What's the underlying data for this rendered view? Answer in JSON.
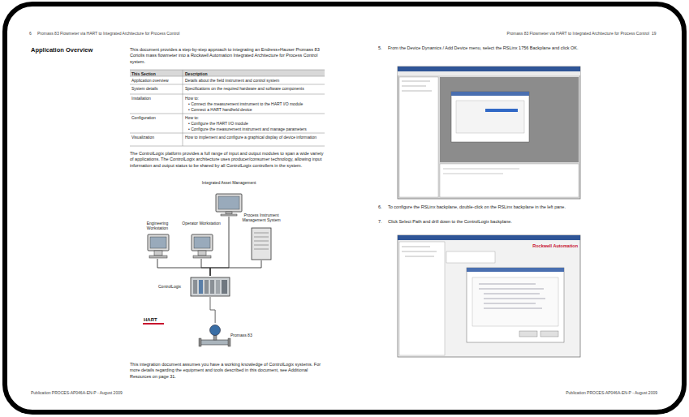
{
  "diagram": {
    "nodes": [
      {
        "text": [
          "Integrated Asset Management"
        ]
      },
      {
        "text": [
          "Engineering Workstation"
        ]
      },
      {
        "text": [
          "Operator Workstation"
        ]
      },
      {
        "text": [
          "Process Instrument Management System"
        ]
      },
      {
        "text": [
          "ControlLogix"
        ]
      },
      {
        "text": [
          "Promass 83"
        ]
      }
    ],
    "edges": [
      {
        "from": 0,
        "to": 4,
        "arrow": "none"
      },
      {
        "from": 1,
        "to": 4,
        "arrow": "none"
      },
      {
        "from": 2,
        "to": 4,
        "arrow": "none"
      },
      {
        "from": 3,
        "to": 4,
        "arrow": "none"
      },
      {
        "from": 4,
        "to": 5,
        "arrow": "none"
      }
    ],
    "labels": [
      "6",
      "Promass 83 Flowmeter via HART to Integrated Architecture for Process Control",
      "Application Overview",
      "This document provides a step-by-step approach to integrating an Endress+Hauser Promass 83 Coriolis mass flowmeter into a Rockwell Automation Integrated Architecture for Process Control system.",
      "This Section",
      "Description",
      "Application overview",
      "Details about the field instrument and control system",
      "System details",
      "Specifications on the required hardware and software components",
      "Installation",
      "How to:",
      "• Connect the measurement instrument to the HART I/O module",
      "• Connect a HART handheld device",
      "Configuration",
      "How to:",
      "• Configure the HART I/O module",
      "• Configure the measurement instrument and manage parameters",
      "Visualization",
      "How to implement and configure a graphical display of device information",
      "The ControlLogix platform provides a full range of input and output modules to span a wide variety of applications. The ControlLogix architecture uses producer/consumer technology, allowing input information and output status to be shared by all ControlLogix controllers in the system.",
      "HART",
      "This integration document assumes you have a working knowledge of ControlLogix systems. For more details regarding the equipment and tools described in this document, see Additional Resources on page 31.",
      "Publication PROCES-AP046A-EN-P - August 2009",
      "Promass 83 Flowmeter via HART to Integrated Architecture for Process Control",
      "19",
      "5.",
      "From the Device Dynamics / Add Device menu, select the RSLinx 1756 Backplane and click OK.",
      "6.",
      "To configure the RSLinx backplane, double-click on the RSLinx backplane in the left pane.",
      "7.",
      "Click Select Path and drill down to the ControlLogix backplane.",
      "Rockwell Automation",
      "Publication PROCES-AP046A-EN-P - August 2009"
    ]
  }
}
